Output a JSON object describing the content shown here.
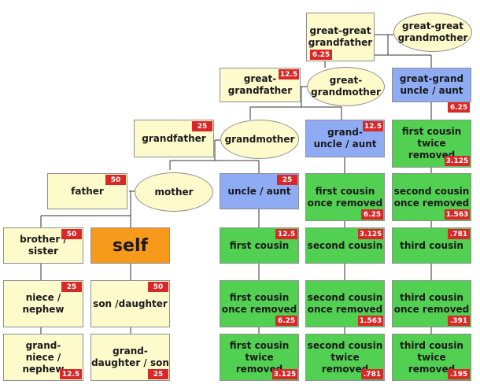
{
  "colors": {
    "direct_line": "#fdfacc",
    "uncle_aunt": "#8eabf4",
    "cousin": "#52d052",
    "self": "#f79a1c",
    "badge": "#d82828"
  },
  "nodes": {
    "great_great_grandfather": {
      "label": "great-great\ngrandfather",
      "pct": "6.25"
    },
    "great_great_grandmother": {
      "label": "great-great\ngrandmother"
    },
    "great_grandfather": {
      "label": "great-\ngrandfather",
      "pct": "12.5"
    },
    "great_grandmother": {
      "label": "great-\ngrandmother"
    },
    "great_grand_uncle_aunt": {
      "label": "great-grand\nuncle / aunt",
      "pct": "6.25"
    },
    "grandfather": {
      "label": "grandfather",
      "pct": "25"
    },
    "grandmother": {
      "label": "grandmother"
    },
    "grand_uncle_aunt": {
      "label": "grand-\nuncle / aunt",
      "pct": "12.5"
    },
    "first_cousin_twice_removed_up": {
      "label": "first cousin\ntwice removed",
      "pct": "3.125"
    },
    "father": {
      "label": "father",
      "pct": "50"
    },
    "mother": {
      "label": "mother"
    },
    "uncle_aunt": {
      "label": "uncle / aunt",
      "pct": "25"
    },
    "first_cousin_once_removed_up": {
      "label": "first cousin\nonce removed",
      "pct": "6.25"
    },
    "second_cousin_once_removed_up": {
      "label": "second cousin\nonce removed",
      "pct": "1.563"
    },
    "brother_sister": {
      "label": "brother / sister",
      "pct": "50"
    },
    "self": {
      "label": "self"
    },
    "first_cousin": {
      "label": "first cousin",
      "pct": "12.5"
    },
    "second_cousin": {
      "label": "second cousin",
      "pct": "3.125"
    },
    "third_cousin": {
      "label": "third cousin",
      "pct": ".781"
    },
    "niece_nephew": {
      "label": "niece / nephew",
      "pct": "25"
    },
    "son_daughter": {
      "label": "son /daughter",
      "pct": "50"
    },
    "first_cousin_once_removed_down": {
      "label": "first cousin\nonce removed",
      "pct": "6.25"
    },
    "second_cousin_once_removed_down": {
      "label": "second cousin\nonce removed",
      "pct": "1.563"
    },
    "third_cousin_once_removed": {
      "label": "third cousin\nonce removed",
      "pct": ".391"
    },
    "grand_niece_nephew": {
      "label": "grand-\nniece / nephew",
      "pct": "12.5"
    },
    "grand_daughter_son": {
      "label": "grand-\ndaughter / son",
      "pct": "25"
    },
    "first_cousin_twice_removed_down": {
      "label": "first cousin\ntwice removed",
      "pct": "3.125"
    },
    "second_cousin_twice_removed": {
      "label": "second cousin\ntwice removed",
      "pct": ".781"
    },
    "third_cousin_twice_removed": {
      "label": "third cousin\ntwice removed",
      "pct": ".195"
    }
  }
}
